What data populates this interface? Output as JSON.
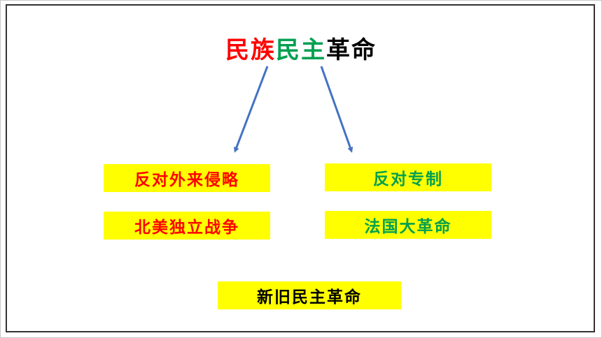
{
  "title": {
    "part1": "民族",
    "part2": "民主",
    "part3": "革命",
    "colors": {
      "part1": "#ff0000",
      "part2": "#00a050",
      "part3": "#000000"
    }
  },
  "boxes": {
    "oppose_foreign": {
      "label": "反对外来侵略",
      "color": "#ff0000"
    },
    "oppose_autocracy": {
      "label": "反对专制",
      "color": "#00a050"
    },
    "american_independence": {
      "label": "北美独立战争",
      "color": "#ff0000"
    },
    "french_revolution": {
      "label": "法国大革命",
      "color": "#00a050"
    },
    "new_old_revolution": {
      "label": "新旧民主革命",
      "color": "#000000"
    }
  },
  "box_background": "#ffff00",
  "arrow_color": "#4472c4"
}
